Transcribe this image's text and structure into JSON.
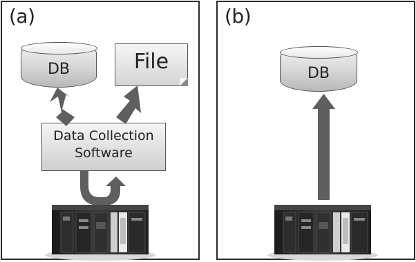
{
  "panels": {
    "a": {
      "label": "(a)",
      "db_label": "DB",
      "file_label": "File",
      "software_line1": "Data Collection",
      "software_line2": "Software"
    },
    "b": {
      "label": "(b)",
      "db_label": "DB"
    }
  },
  "colors": {
    "arrow": "#5f5f5f",
    "border": "#2b2b2b"
  },
  "icons": [
    "plc-device-icon"
  ]
}
